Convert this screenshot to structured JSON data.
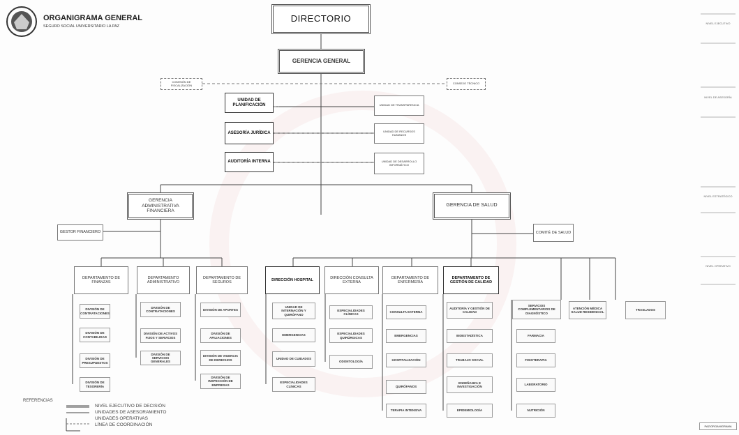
{
  "header": {
    "title": "ORGANIGRAMA GENERAL",
    "subtitle": "SEGURO SOCIAL UNIVERSITARIO LA PAZ"
  },
  "directorio": "DIRECTORIO",
  "gerencia_general": "GERENCIA GENERAL",
  "comision_fiscalizacion": "COMISIÓN DE FISCALIZACIÓN",
  "consejo_tecnico": "CONSEJO TÉCNICO",
  "staff_left": [
    "UNIDAD DE PLANIFICACIÓN",
    "ASESORÍA JURÍDICA",
    "AUDITORÍA INTERNA"
  ],
  "staff_right": [
    "UNIDAD DE TRANSPARENCIA",
    "UNIDAD DE RECURSOS HUMANOS",
    "UNIDAD DE DESARROLLO INFORMÁTICO"
  ],
  "gerencia_admin": "GERENCIA ADMINISTRATIVA FINANCIERA",
  "gestor_financiero": "GESTOR FINANCIERO",
  "gerencia_salud": "GERENCIA DE SALUD",
  "comite_salud": "COMITÉ DE SALUD",
  "departments": [
    {
      "label": "DEPARTAMENTO DE FINANZAS",
      "units": [
        "DIVISIÓN DE CONTRATACIONES",
        "DIVISIÓN DE CONTABILIDAD",
        "DIVISIÓN DE PRESUPUESTOS",
        "DIVISIÓN DE TESORERÍA"
      ]
    },
    {
      "label": "DEPARTAMENTO ADMINISTRATIVO",
      "units": [
        "DIVISIÓN DE CONTRATACIONES",
        "DIVISIÓN DE ACTIVOS FIJOS Y SERVICIOS",
        "DIVISIÓN DE SERVICIOS GENERALES"
      ]
    },
    {
      "label": "DEPARTAMENTO DE SEGUROS",
      "units": [
        "DIVISIÓN DE APORTES",
        "DIVISIÓN DE AFILIACIONES",
        "DIVISIÓN DE VIGENCIA DE DERECHOS",
        "DIVISIÓN DE INSPECCIÓN DE EMPRESAS"
      ]
    },
    {
      "label": "DIRECCIÓN HOSPITAL",
      "units": [
        "UNIDAD DE INTERNACIÓN Y QUIRÓFANO",
        "EMERGENCIAS",
        "UNIDAD DE CUIDADOS",
        "ESPECIALIDADES CLÍNICAS"
      ]
    },
    {
      "label": "DIRECCIÓN CONSULTA EXTERNA",
      "units": [
        "ESPECIALIDADES CLÍNICAS",
        "ESPECIALIDADES QUIRÚRGICAS",
        "ODONTOLOGÍA"
      ]
    },
    {
      "label": "DEPARTAMENTO DE ENFERMERÍA",
      "units": [
        "CONSULTA EXTERNA",
        "EMERGENCIAS",
        "HOSPITALIZACIÓN",
        "QUIRÓFANOS",
        "TERAPIA INTENSIVA"
      ]
    },
    {
      "label": "DEPARTAMENTO DE GESTIÓN DE CALIDAD",
      "units": [
        "AUDITORÍA Y GESTIÓN DE CALIDAD",
        "BIOESTADÍSTICA",
        "TRABAJO SOCIAL",
        "ENSEÑANZA E INVESTIGACIÓN",
        "EPIDEMIOLOGÍA"
      ]
    }
  ],
  "extra_units": [
    {
      "label": "SERVICIOS COMPLEMENTARIOS DE DIAGNÓSTICO",
      "units": [
        "FARMACIA",
        "FISIOTERAPIA",
        "LABORATORIO",
        "NUTRICIÓN"
      ]
    },
    {
      "label": "ATENCIÓN MÉDICA SALUD RESIDENCIAL"
    },
    {
      "label": "TRASLADOS"
    }
  ],
  "levels": [
    "NIVEL EJECUTIVO",
    "NIVEL DE ASESORÍA",
    "NIVEL ESTRATÉGICO",
    "NIVEL OPERATIVO"
  ],
  "references": {
    "title": "REFERENCIAS",
    "items": [
      "NIVEL EJECUTIVO DE DECISIÓN",
      "UNIDADES DE ASESORAMIENTO",
      "UNIDADES OPERATIVAS",
      "LÍNEA DE COORDINACIÓN"
    ]
  },
  "footer": "PAZ/ORGANIGRAMA"
}
